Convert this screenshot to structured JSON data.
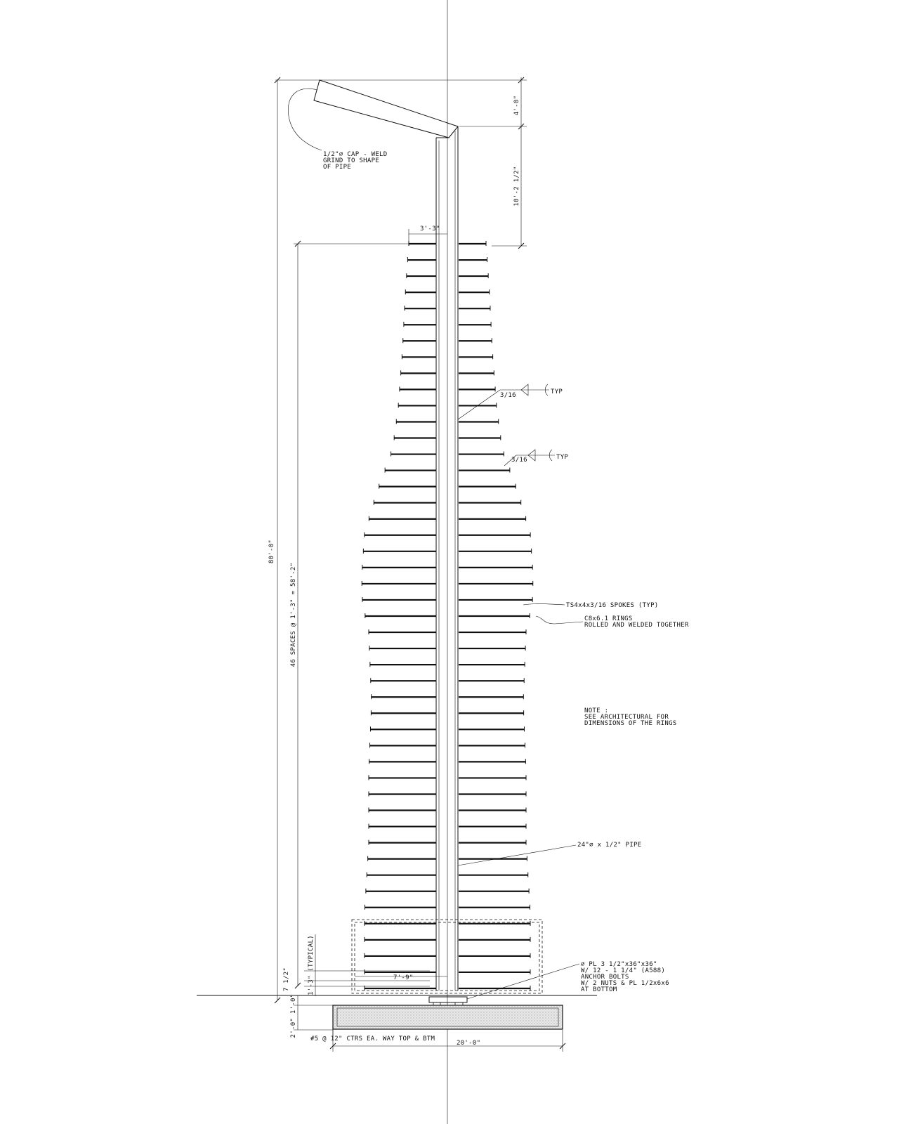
{
  "labels": {
    "cap_note_1": "1/2\"⌀ CAP - WELD",
    "cap_note_2": "GRIND TO SHAPE",
    "cap_note_3": "OF PIPE",
    "dim_top_arm": "4'-0\"",
    "dim_upper_pipe": "10'-2 1/2\"",
    "dim_half_ring": "3'-3\"",
    "dim_overall": "80'-0\"",
    "dim_spacing": "46 SPACES @ 1'-3\" = 58'-2\"",
    "weld_1": "3/16",
    "weld_1_typ": "TYP",
    "weld_2": "3/16",
    "weld_2_typ": "TYP",
    "spokes_note": "TS4x4x3/16 SPOKES (TYP)",
    "rings_note_1": "C8x6.1 RINGS",
    "rings_note_2": "ROLLED AND WELDED TOGETHER",
    "note_title": "NOTE :",
    "note_line_1": "SEE ARCHITECTURAL FOR",
    "note_line_2": "DIMENSIONS OF THE RINGS",
    "pipe_note": "24\"⌀ x 1/2\" PIPE",
    "plate_note_1": "⌀ PL 3 1/2\"x36\"x36\"",
    "plate_note_2": "W/ 12 - 1 1/4\" (A588)",
    "plate_note_3": "ANCHOR BOLTS",
    "plate_note_4": "W/ 2 NUTS & PL 1/2x6x6",
    "plate_note_5": "AT BOTTOM",
    "dim_bottom_ring": "7'-9\"",
    "dim_typical": "1'-3\" (TYPICAL)",
    "dim_7_half": "7 1/2\"",
    "dim_left_footing": "2'-0\" 1'-0\"",
    "footing_note": "#5 @ 12\" CTRS EA. WAY TOP & BTM",
    "dim_footing_width": "20'-0\""
  }
}
